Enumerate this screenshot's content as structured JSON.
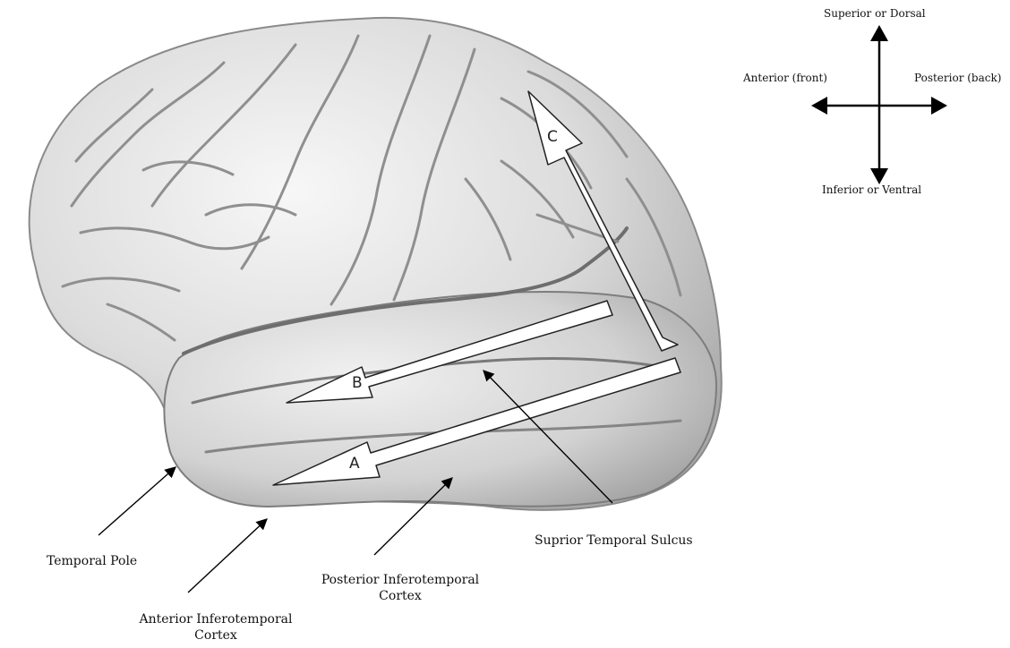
{
  "compass": {
    "superior": "Superior or Dorsal",
    "anterior": "Anterior (front)",
    "posterior": "Posterior (back)",
    "inferior": "Inferior or Ventral"
  },
  "pathways": {
    "a": "A",
    "b": "B",
    "c": "C"
  },
  "labels": {
    "temporal_pole": "Temporal Pole",
    "anterior_it_line1": "Anterior Inferotemporal",
    "anterior_it_line2": "Cortex",
    "posterior_it_line1": "Posterior Inferotemporal",
    "posterior_it_line2": "Cortex",
    "sts": "Suprior Temporal Sulcus"
  },
  "colors": {
    "brain_light": "#efefef",
    "brain_mid": "#c9c9c9",
    "brain_dark": "#8e8e8e",
    "arrow_fill": "#ffffff",
    "ink": "#000000"
  }
}
